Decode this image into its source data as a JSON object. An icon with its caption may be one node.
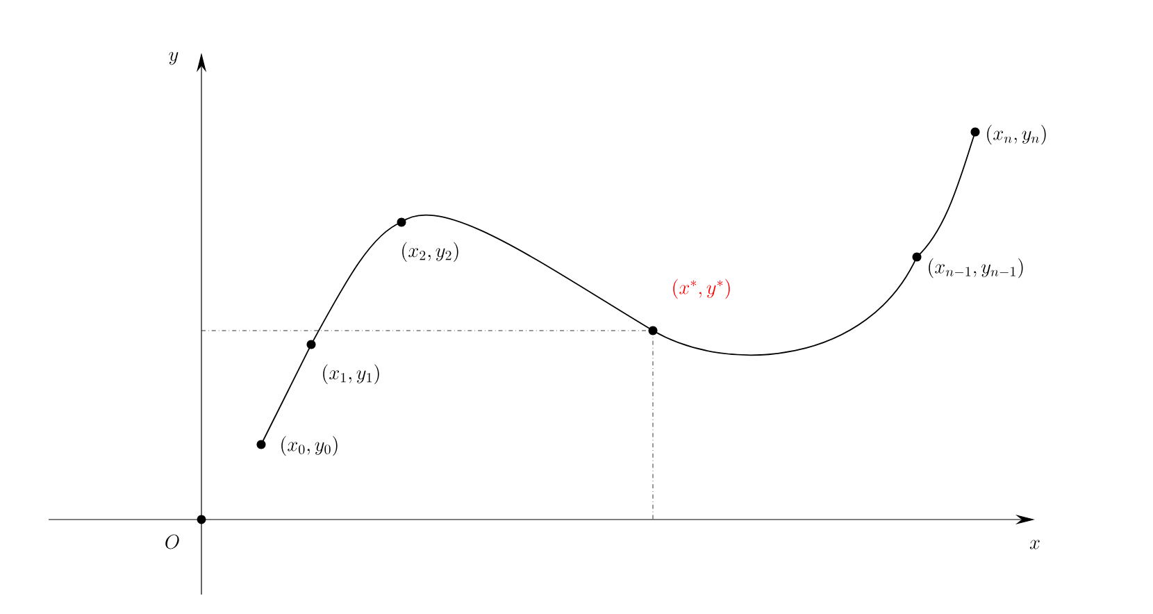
{
  "diagram": {
    "nodes": [
      {
        "text": [],
        "shape": "circle",
        "beside": [
          "(x_0,y_0)"
        ]
      },
      {
        "text": [],
        "shape": "circle",
        "beside": [
          "(x_1,y_1)"
        ]
      },
      {
        "text": [],
        "shape": "circle",
        "beside": [
          "(x_2,y_2)"
        ]
      },
      {
        "text": [],
        "shape": "circle",
        "beside": [
          "(x^*,y^*)"
        ]
      },
      {
        "text": [],
        "shape": "circle",
        "beside": [
          "(x_{n-1},y_{n-1})"
        ]
      },
      {
        "text": [],
        "shape": "circle",
        "beside": [
          "(x_n,y_n)"
        ]
      }
    ],
    "edges": [
      {
        "from": 0,
        "to": 1,
        "arrow": "none"
      },
      {
        "from": 1,
        "to": 2,
        "arrow": "none"
      },
      {
        "from": 2,
        "to": 3,
        "arrow": "none"
      },
      {
        "from": 3,
        "to": 4,
        "arrow": "none"
      },
      {
        "from": 4,
        "to": 5,
        "arrow": "none"
      }
    ],
    "labels": [
      "y",
      "x",
      "O"
    ]
  }
}
